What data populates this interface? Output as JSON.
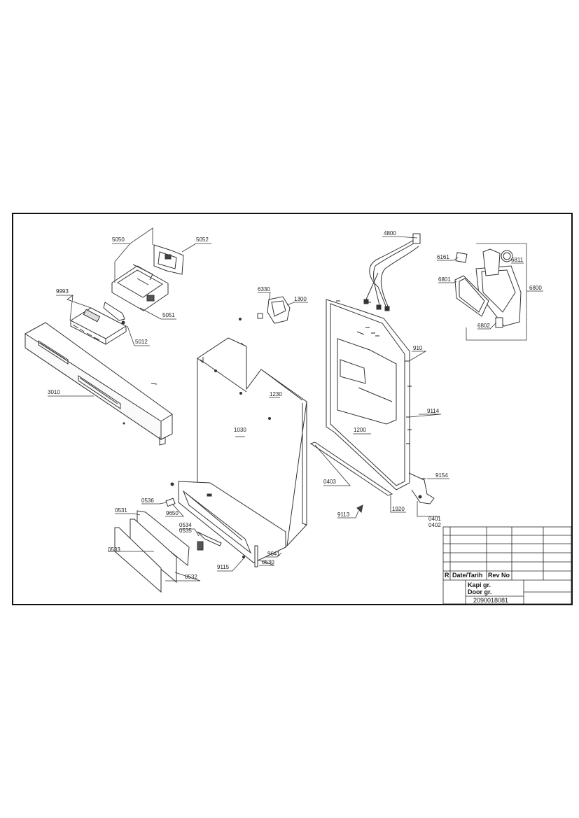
{
  "labels": {
    "p4800": "4800",
    "p6161": "6161",
    "p6811": "6811",
    "p6801": "6801",
    "p6800": "6800",
    "p6802": "6802",
    "p5050": "5050",
    "p5052": "5052",
    "p9993": "9993",
    "p5051": "5051",
    "p5012": "5012",
    "p6330": "6330",
    "p1300": "1300",
    "p910": "910",
    "p3010": "3010",
    "p1230": "1230",
    "p9114": "9114",
    "p1030": "1030",
    "p1200": "1200",
    "p9154": "9154",
    "p0403": "0403",
    "p0536": "0536",
    "p0531": "0531",
    "p9650": "9650",
    "p1920": "1920",
    "p9113": "9113",
    "p0401": "0401",
    "p0402": "0402",
    "p0534": "0534",
    "p0535": "0535",
    "p0533": "0533",
    "p9641": "9641",
    "p9115": "9115",
    "p0530": "0530",
    "p0532": "0532"
  },
  "title_block": {
    "rev_mark": "R",
    "date_label": "Date/Tarih",
    "rev_no_label": "Rev No",
    "group_tr": "Kapi gr.",
    "group_en": "Door gr.",
    "drawing_number": "2090018081"
  }
}
